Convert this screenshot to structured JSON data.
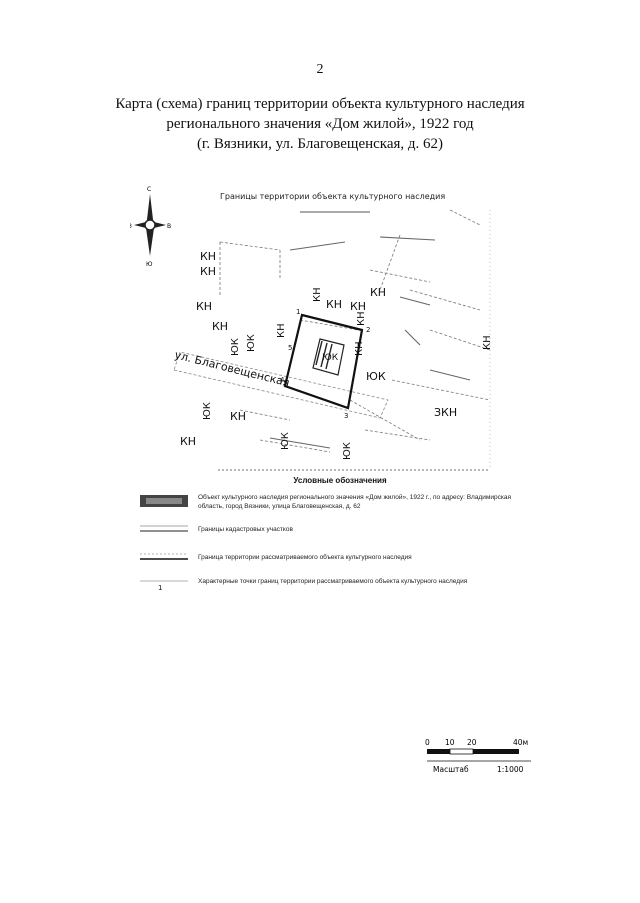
{
  "page_number": "2",
  "title": {
    "line1": "Карта (схема) границ территории объекта культурного наследия",
    "line2": "регионального значения «Дом жилой», 1922 год",
    "line3": "(г. Вязники, ул. Благовещенская, д. 62)"
  },
  "map": {
    "heading": "Границы территории объекта культурного наследия",
    "street": "ул. Благовещенская",
    "kn": "КН",
    "kn3": "ЗКН",
    "yuk": "ЮК",
    "compass": {
      "n": "С",
      "s": "Ю",
      "e": "В",
      "w": "З"
    },
    "point_labels": [
      "1",
      "2",
      "3",
      "4",
      "5"
    ]
  },
  "legend": {
    "title": "Условные обозначения",
    "items": [
      "Объект культурного наследия регионального значения «Дом жилой», 1922 г., по адресу: Владимирская область, город Вязники, улица Благовещенская, д. 62",
      "Границы кадастровых участков",
      "Граница территории рассматриваемого объекта культурного наследия",
      "Характерные точки границ территории рассматриваемого объекта культурного наследия"
    ],
    "point_symbol": "1"
  },
  "scale": {
    "ticks": [
      "0",
      "10",
      "20",
      "40м"
    ],
    "label": "Масштаб",
    "ratio": "1:1000"
  }
}
